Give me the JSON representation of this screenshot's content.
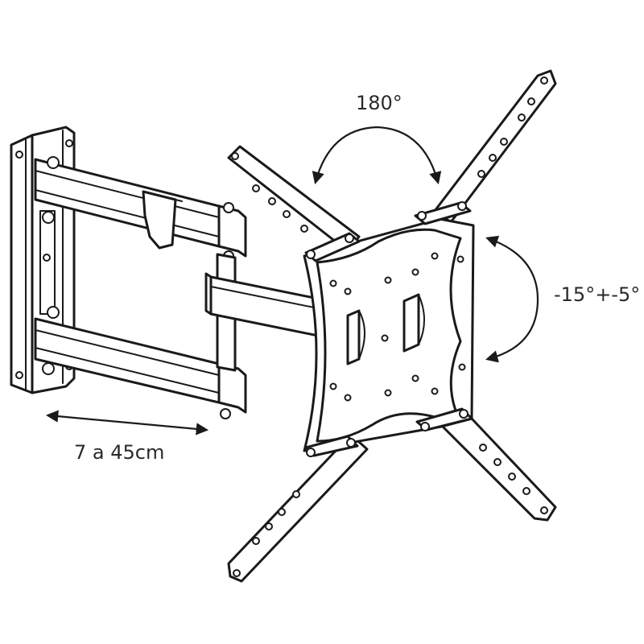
{
  "labels": {
    "rotation": "180°",
    "tilt": "-15°+-5°",
    "extension": "7 a 45cm"
  },
  "colors": {
    "line": "#1a1a1a",
    "background": "#ffffff"
  }
}
